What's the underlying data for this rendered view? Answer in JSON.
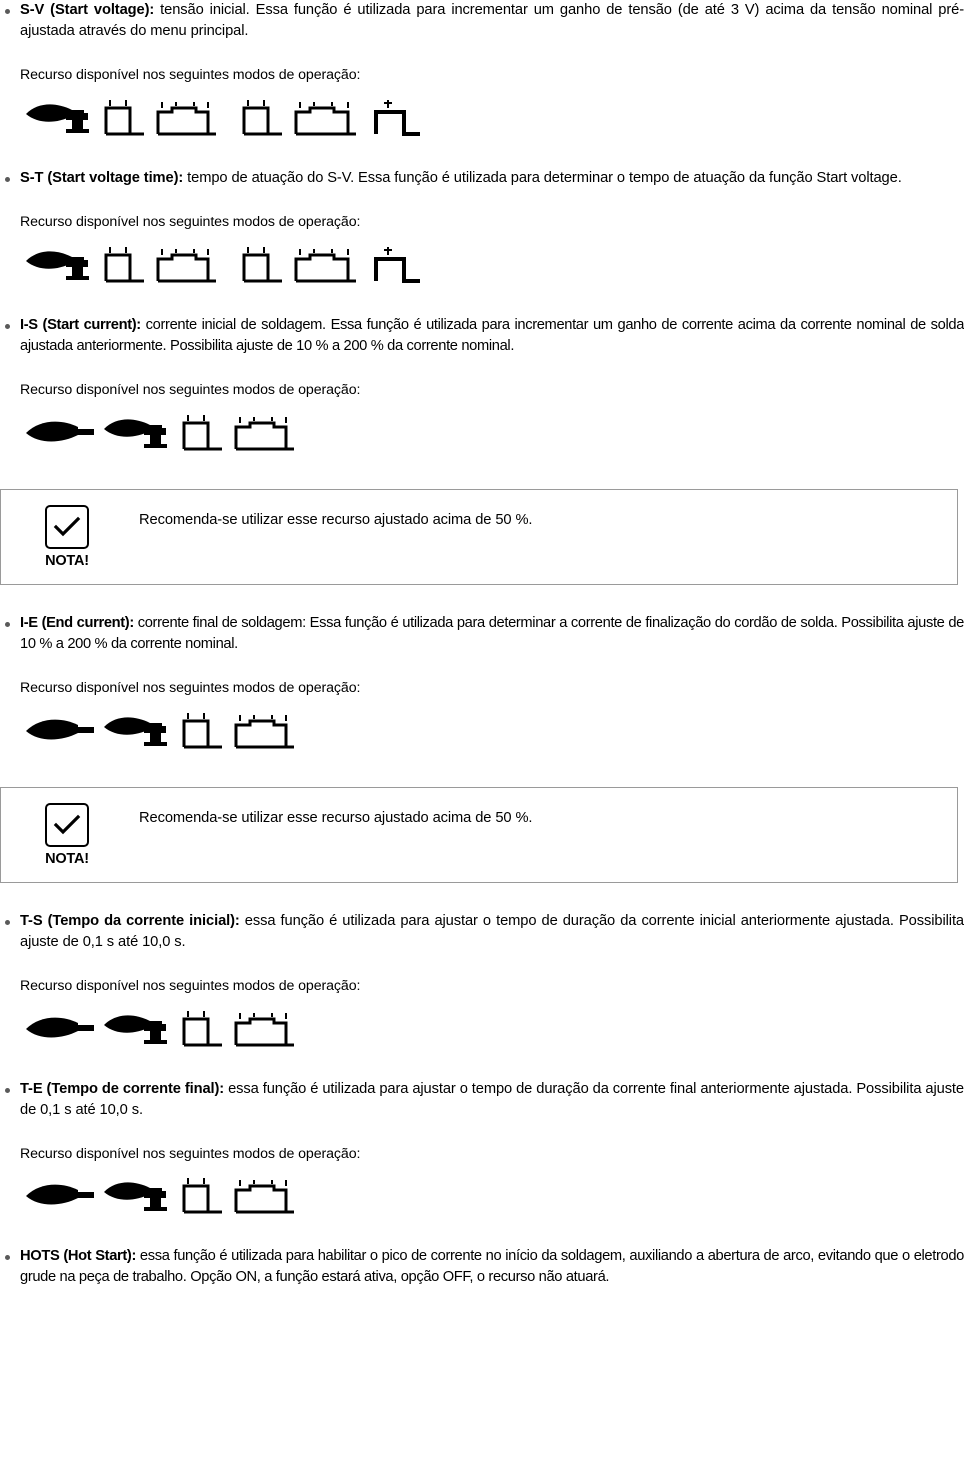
{
  "document": {
    "language": "pt-BR",
    "sections": [
      {
        "id": "s-v",
        "term": "S-V (Start voltage):",
        "text": " tensão inicial. Essa função é utilizada para incrementar um ganho de tensão (de até 3 V) acima da tensão nominal pré-ajustada através do menu principal.",
        "subtitle": "Recurso disponível nos seguintes modos de operação:",
        "icon_set": "full"
      },
      {
        "id": "s-t",
        "term": "S-T (Start voltage time):",
        "text": " tempo de atuação do S-V. Essa função é utilizada para determinar o tempo de atuação da função Start voltage.",
        "subtitle": "Recurso disponível nos seguintes modos de operação:",
        "icon_set": "full"
      },
      {
        "id": "i-s",
        "term": "I-S (Start current):",
        "text": " corrente inicial de soldagem. Essa função é utilizada para incrementar um ganho de corrente acima da corrente nominal de solda ajustada anteriormente. Possibilita ajuste de 10 % a 200 % da corrente nominal.",
        "subtitle": "Recurso disponível nos seguintes modos de operação:",
        "icon_set": "short"
      },
      {
        "id": "i-e",
        "term": "I-E (End current):",
        "text": " corrente final de soldagem: Essa função é utilizada para determinar a corrente de finalização do cordão de solda. Possibilita ajuste de 10 % a 200 % da corrente nominal.",
        "subtitle": "Recurso disponível nos seguintes modos de operação:",
        "icon_set": "short"
      },
      {
        "id": "t-s",
        "term": "T-S (Tempo da corrente inicial):",
        "text": " essa função é utilizada para ajustar o tempo de duração da corrente inicial anteriormente ajustada. Possibilita ajuste de 0,1  s até 10,0 s.",
        "subtitle": "Recurso disponível nos seguintes modos de operação:",
        "icon_set": "short"
      },
      {
        "id": "t-e",
        "term": "T-E (Tempo de corrente final):",
        "text": " essa função é utilizada para ajustar o tempo de duração da corrente final anteriormente ajustada. Possibilita ajuste de 0,1  s até 10,0 s.",
        "subtitle": "Recurso disponível nos seguintes modos de operação:",
        "icon_set": "short"
      },
      {
        "id": "hots",
        "term": "HOTS (Hot Start):",
        "text": " essa função é utilizada para habilitar o pico de corrente no início da soldagem, auxiliando a abertura de arco, evitando que o eletrodo grude na peça de trabalho. Opção ON, a função estará ativa, opção OFF, o recurso não atuará.",
        "subtitle": "",
        "icon_set": "none"
      }
    ],
    "notes": [
      {
        "id": "note-1",
        "label": "NOTA!",
        "text": "Recomenda-se utilizar esse recurso ajustado acima de 50 %.",
        "icon": "check-icon"
      },
      {
        "id": "note-2",
        "label": "NOTA!",
        "text": "Recomenda-se utilizar esse recurso ajustado acima de 50 %.",
        "icon": "check-icon"
      }
    ],
    "icon_names": {
      "torch": "welding-torch-icon",
      "two_step": "two-step-mode-icon",
      "four_step": "four-step-mode-icon",
      "two_step_special": "two-step-special-mode-icon",
      "four_step_special": "four-step-special-mode-icon",
      "spot": "spot-weld-mode-icon",
      "electrode": "electrode-icon"
    },
    "colors": {
      "text": "#000000",
      "bullet": "#5a5a5a",
      "note_border": "#9a9a9a"
    }
  }
}
